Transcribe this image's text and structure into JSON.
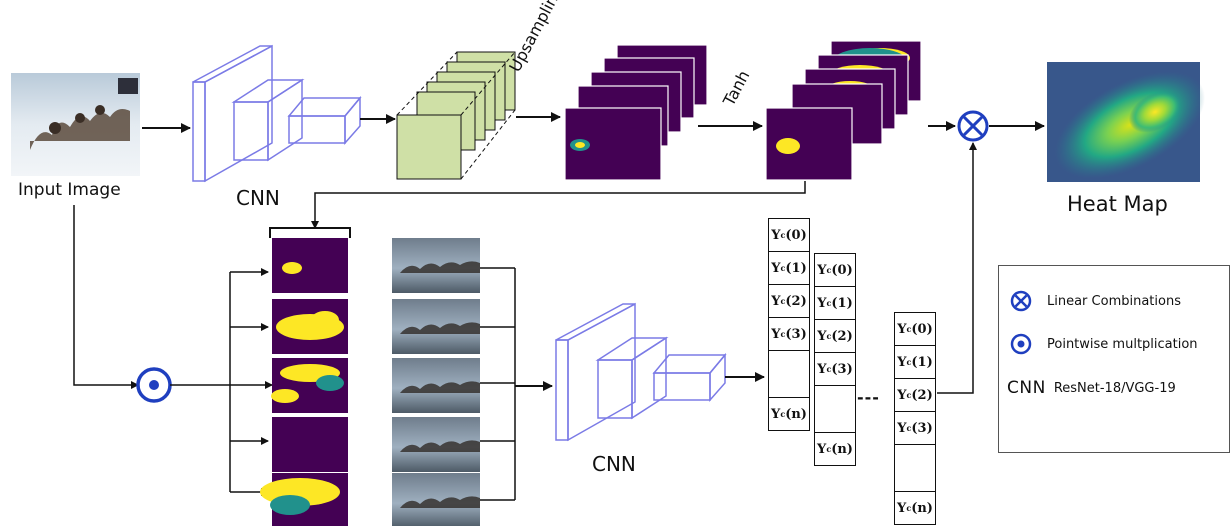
{
  "labels": {
    "input_image": "Input Image",
    "cnn_top": "CNN",
    "cnn_bottom": "CNN",
    "upsampling": "Upsampling",
    "tanh": "Tanh",
    "heat_map": "Heat Map",
    "ellipsis": "---"
  },
  "columns": [
    {
      "name": "scores-column-1",
      "cells": [
        "(0)",
        "(1)",
        "(2)",
        "(3)",
        "",
        "(n)"
      ]
    },
    {
      "name": "scores-column-2",
      "cells": [
        "(0)",
        "(1)",
        "(2)",
        "(3)",
        "",
        "(n)"
      ]
    },
    {
      "name": "scores-column-3",
      "cells": [
        "(0)",
        "(1)",
        "(2)",
        "(3)",
        "",
        "(n)"
      ]
    }
  ],
  "score_symbol": {
    "base": "Y",
    "subscript": "c"
  },
  "legend": {
    "linear_combinations": "Linear Combinations",
    "pointwise_multiplication": "Pointwise multplication",
    "cnn_symbol": "CNN",
    "cnn_backbone": "ResNet-18/VGG-19"
  },
  "colors": {
    "cnn_outline": "#7b7be6",
    "feature_map_fill": "#cfe0a6",
    "operator_blue": "#1f3fbf",
    "viridis_low": "#440154",
    "viridis_mid": "#21918c",
    "viridis_high": "#fde725"
  },
  "icons": [
    "cross-circle-icon",
    "dot-circle-icon"
  ]
}
